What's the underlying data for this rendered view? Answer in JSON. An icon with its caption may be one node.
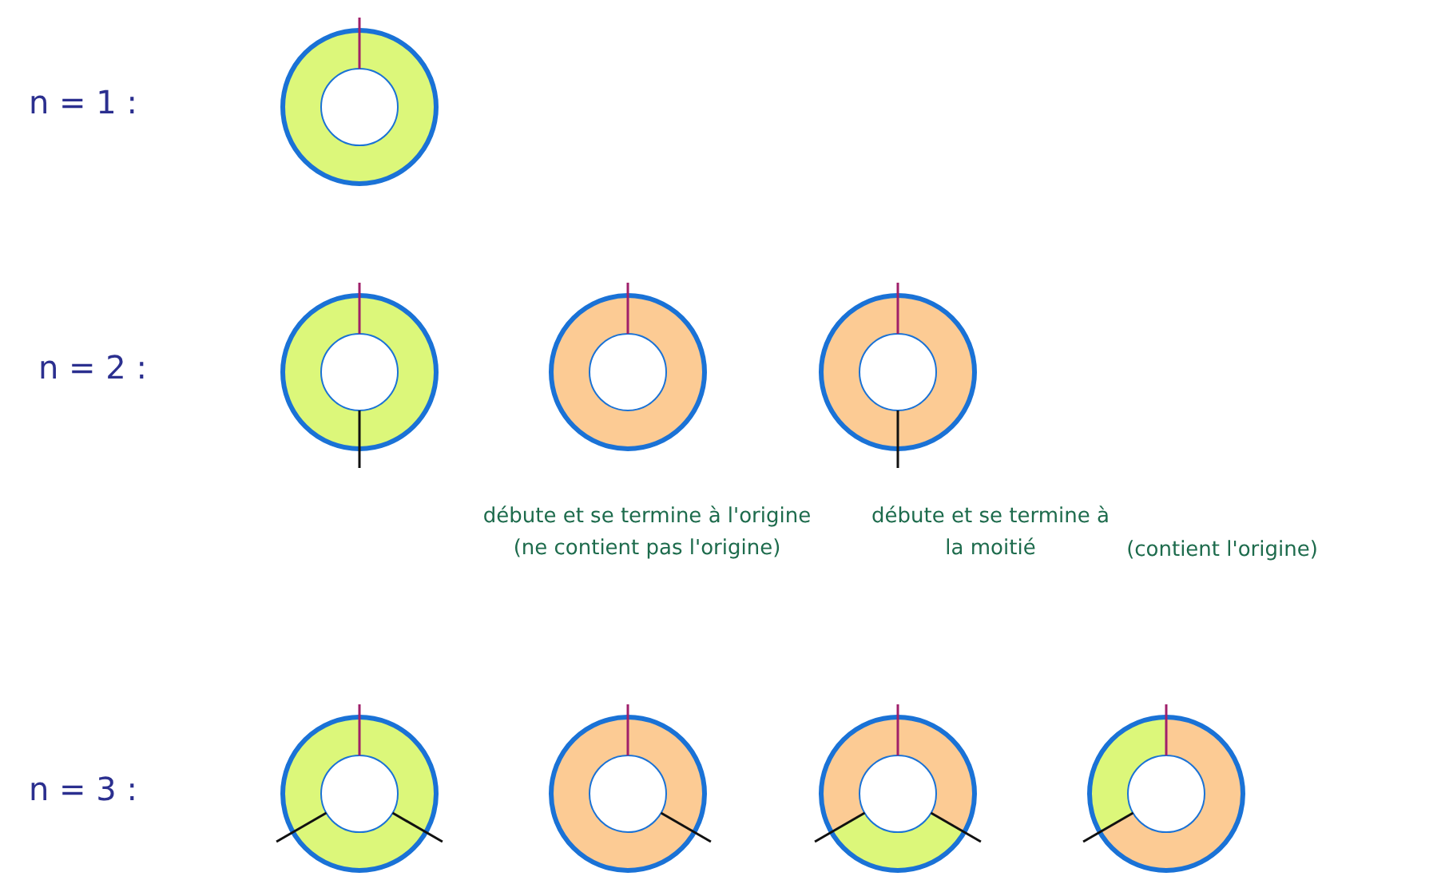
{
  "diagram": {
    "nodes": [
      {
        "text": [],
        "shape": "circle"
      },
      {
        "text": [],
        "shape": "circle"
      },
      {
        "text": [],
        "shape": "circle",
        "beside": [
          "débute et se termine à l'origine (ne contient pas l'origine)"
        ]
      },
      {
        "text": [],
        "shape": "circle",
        "beside": [
          "débute et se termine à la moitié",
          "(contient l'origine)"
        ]
      },
      {
        "text": [],
        "shape": "circle"
      },
      {
        "text": [],
        "shape": "circle"
      },
      {
        "text": [],
        "shape": "circle"
      },
      {
        "text": [],
        "shape": "circle"
      }
    ],
    "labels": [
      "n = 1 :",
      "n = 2 :",
      "n = 3 :"
    ]
  }
}
